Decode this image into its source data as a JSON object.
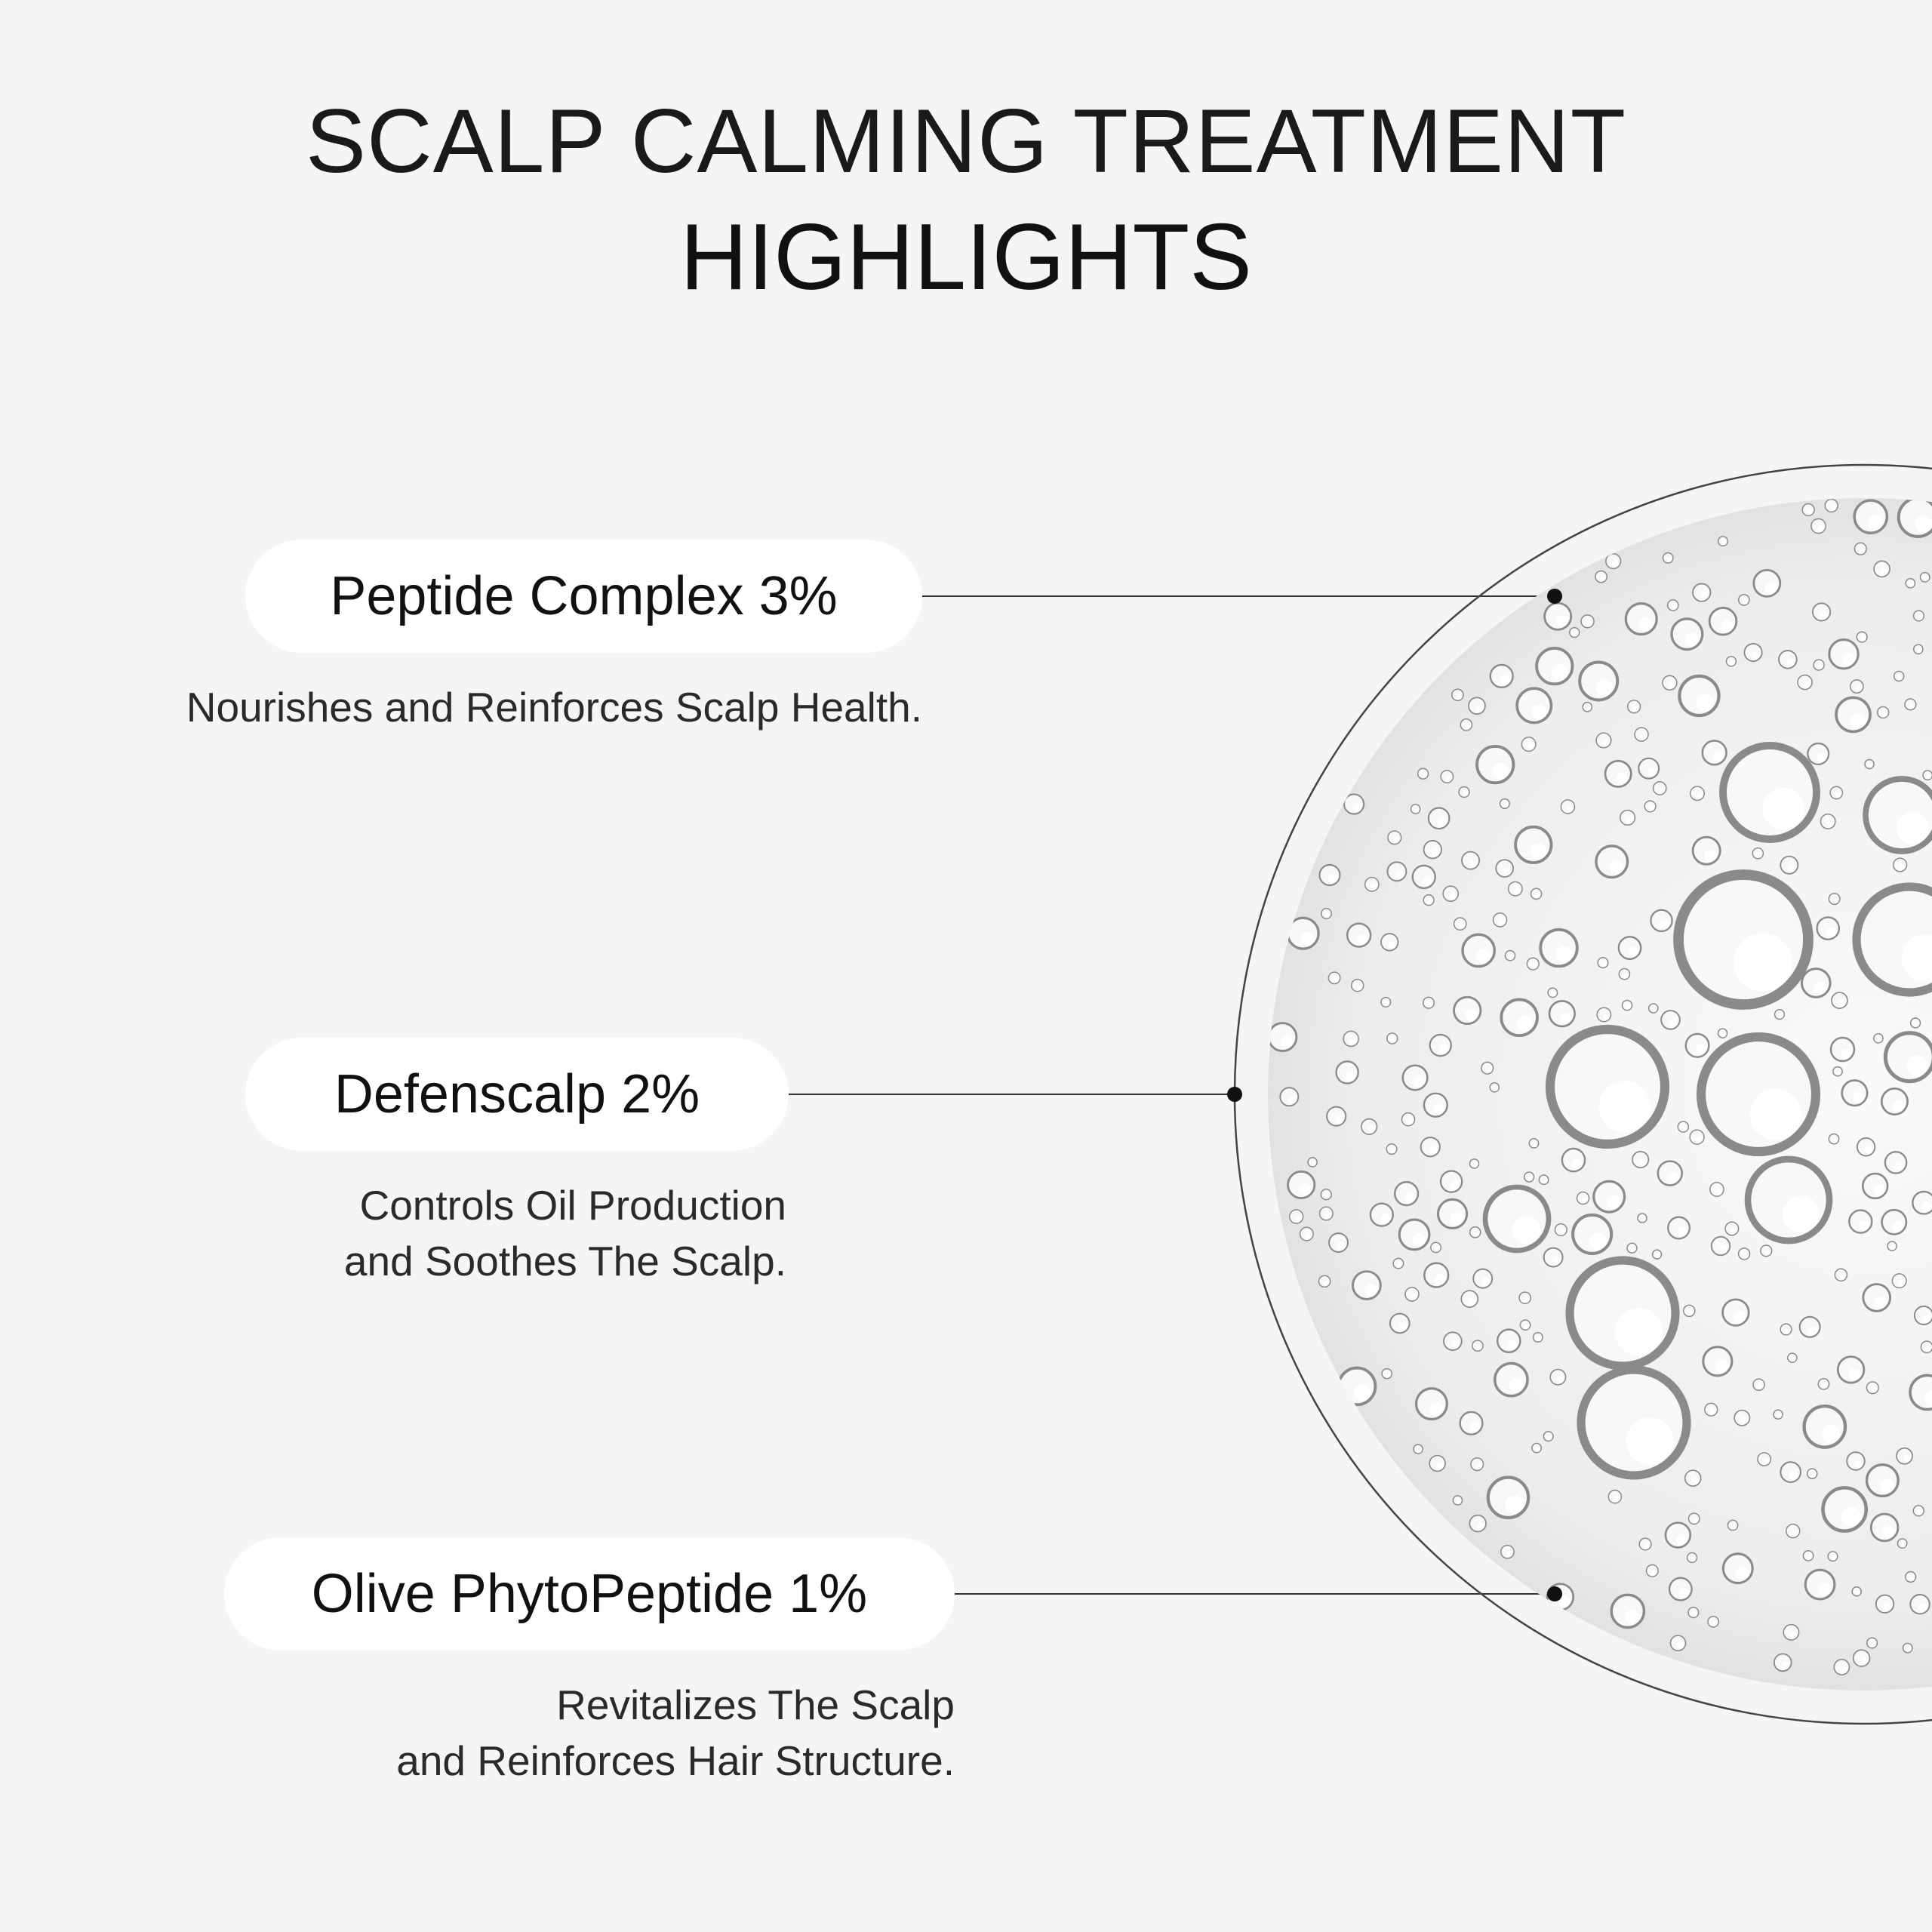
{
  "header": {
    "title_line1": "SCALP CALMING TREATMENT",
    "title_line2": "HIGHLIGHTS"
  },
  "ingredients": [
    {
      "name": "Peptide Complex 3%",
      "description": [
        "Nourishes and Reinforces Scalp Health."
      ]
    },
    {
      "name": "Defenscalp 2%",
      "description": [
        "Controls Oil Production",
        "and Soothes The Scalp."
      ]
    },
    {
      "name": "Olive PhytoPeptide 1%",
      "description": [
        "Revitalizes The Scalp",
        "and Reinforces Hair Structure."
      ]
    }
  ],
  "colors": {
    "background": "#f5f5f5",
    "pill": "#ffffff",
    "text": "#111111",
    "line": "#333333"
  },
  "image": {
    "subject": "water-droplets-circle"
  }
}
